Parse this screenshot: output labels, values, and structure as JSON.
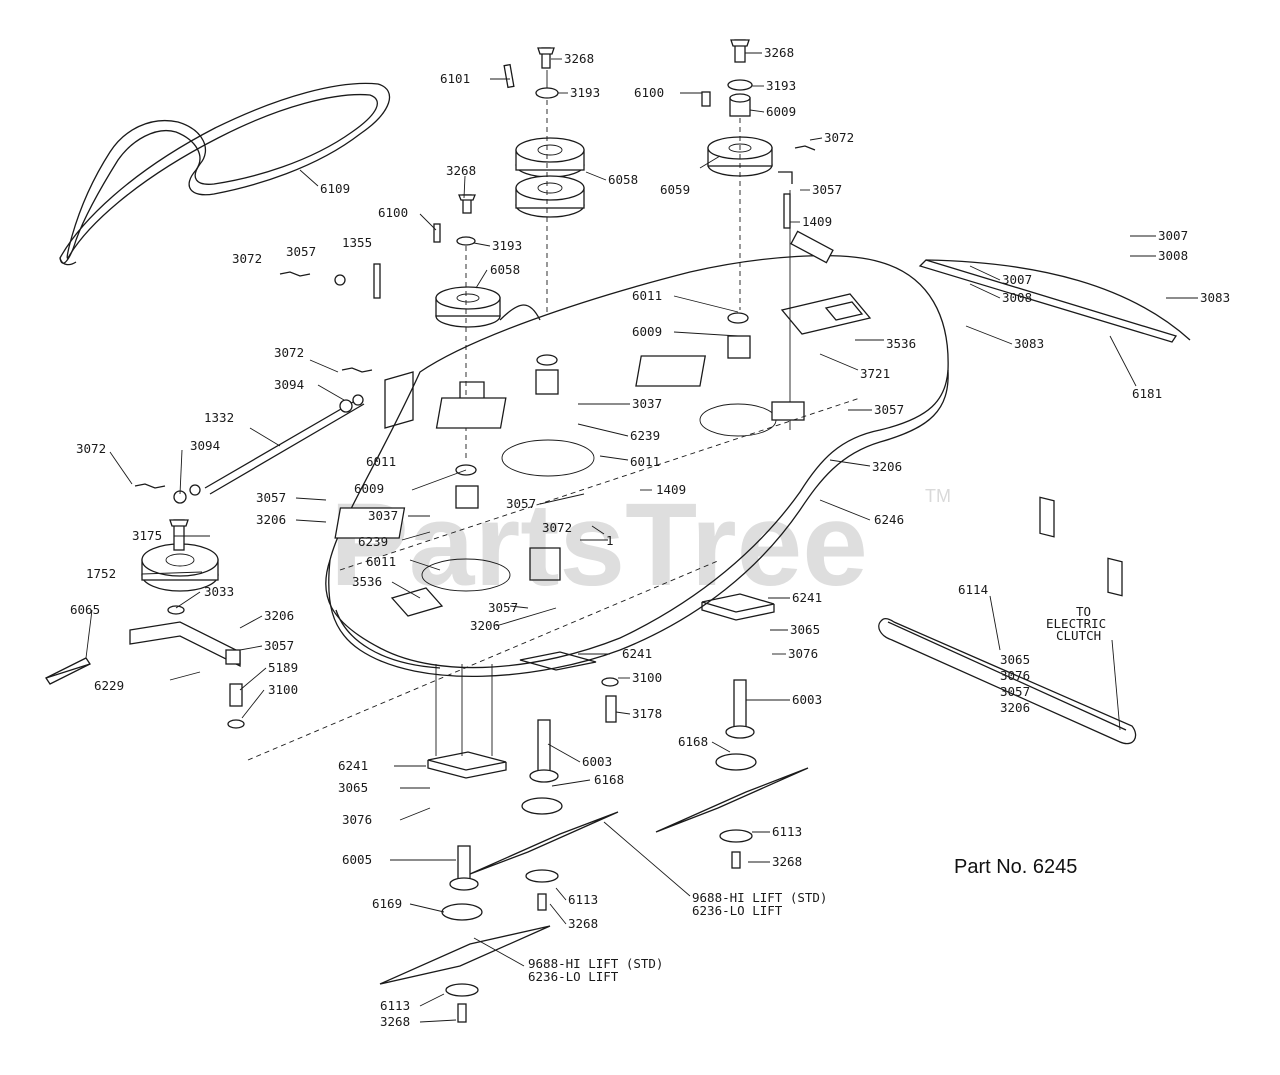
{
  "watermark": {
    "text": "PartsTree",
    "trademark": "TM"
  },
  "caption": "Part No. 6245",
  "callouts": [
    {
      "id": "c1",
      "text": "3268"
    },
    {
      "id": "c2",
      "text": "3193"
    },
    {
      "id": "c3",
      "text": "6101"
    },
    {
      "id": "c4",
      "text": "6058"
    },
    {
      "id": "c5",
      "text": "3268"
    },
    {
      "id": "c6",
      "text": "3193"
    },
    {
      "id": "c7",
      "text": "6100"
    },
    {
      "id": "c8",
      "text": "6009"
    },
    {
      "id": "c9",
      "text": "3072"
    },
    {
      "id": "c10",
      "text": "6059"
    },
    {
      "id": "c11",
      "text": "3057"
    },
    {
      "id": "c12",
      "text": "1409"
    },
    {
      "id": "c13",
      "text": "6109"
    },
    {
      "id": "c14",
      "text": "3268"
    },
    {
      "id": "c15",
      "text": "6100"
    },
    {
      "id": "c16",
      "text": "3193"
    },
    {
      "id": "c17",
      "text": "6058"
    },
    {
      "id": "c18",
      "text": "3072"
    },
    {
      "id": "c19",
      "text": "3057"
    },
    {
      "id": "c20",
      "text": "1355"
    },
    {
      "id": "c21",
      "text": "6011"
    },
    {
      "id": "c22",
      "text": "6009"
    },
    {
      "id": "c23",
      "text": "3536"
    },
    {
      "id": "c24",
      "text": "3721"
    },
    {
      "id": "c25",
      "text": "3072"
    },
    {
      "id": "c26",
      "text": "3094"
    },
    {
      "id": "c27",
      "text": "3037"
    },
    {
      "id": "c28",
      "text": "6239"
    },
    {
      "id": "c29",
      "text": "6011"
    },
    {
      "id": "c30",
      "text": "3057"
    },
    {
      "id": "c31",
      "text": "3206"
    },
    {
      "id": "c32",
      "text": "1332"
    },
    {
      "id": "c33",
      "text": "3072"
    },
    {
      "id": "c34",
      "text": "3094"
    },
    {
      "id": "c35",
      "text": "6011"
    },
    {
      "id": "c36",
      "text": "6009"
    },
    {
      "id": "c37",
      "text": "3057"
    },
    {
      "id": "c38",
      "text": "3206"
    },
    {
      "id": "c39",
      "text": "3037"
    },
    {
      "id": "c40",
      "text": "3057"
    },
    {
      "id": "c41",
      "text": "1409"
    },
    {
      "id": "c42",
      "text": "6246"
    },
    {
      "id": "c43",
      "text": "6239"
    },
    {
      "id": "c44",
      "text": "6011"
    },
    {
      "id": "c45",
      "text": "3072"
    },
    {
      "id": "c46",
      "text": "1"
    },
    {
      "id": "c47",
      "text": "3175"
    },
    {
      "id": "c48",
      "text": "3536"
    },
    {
      "id": "c49",
      "text": "1752"
    },
    {
      "id": "c50",
      "text": "3033"
    },
    {
      "id": "c51",
      "text": "3057"
    },
    {
      "id": "c52",
      "text": "3206"
    },
    {
      "id": "c53",
      "text": "6065"
    },
    {
      "id": "c54",
      "text": "3206"
    },
    {
      "id": "c55",
      "text": "3057"
    },
    {
      "id": "c56",
      "text": "6229"
    },
    {
      "id": "c57",
      "text": "5189"
    },
    {
      "id": "c58",
      "text": "3100"
    },
    {
      "id": "c59",
      "text": "6241"
    },
    {
      "id": "c60",
      "text": "3065"
    },
    {
      "id": "c61",
      "text": "3076"
    },
    {
      "id": "c62",
      "text": "6241"
    },
    {
      "id": "c63",
      "text": "3100"
    },
    {
      "id": "c64",
      "text": "3178"
    },
    {
      "id": "c65",
      "text": "6003"
    },
    {
      "id": "c66",
      "text": "6241"
    },
    {
      "id": "c67",
      "text": "3065"
    },
    {
      "id": "c68",
      "text": "3076"
    },
    {
      "id": "c69",
      "text": "6003"
    },
    {
      "id": "c70",
      "text": "6168"
    },
    {
      "id": "c71",
      "text": "6168"
    },
    {
      "id": "c72",
      "text": "6005"
    },
    {
      "id": "c73",
      "text": "6113"
    },
    {
      "id": "c74",
      "text": "3268"
    },
    {
      "id": "c75",
      "text": "6113"
    },
    {
      "id": "c76",
      "text": "3268"
    },
    {
      "id": "c77",
      "text": "6169"
    },
    {
      "id": "c78",
      "text": "6113"
    },
    {
      "id": "c79",
      "text": "3268"
    },
    {
      "id": "c80",
      "text": "3007"
    },
    {
      "id": "c81",
      "text": "3008"
    },
    {
      "id": "c82",
      "text": "3007"
    },
    {
      "id": "c83",
      "text": "3008"
    },
    {
      "id": "c84",
      "text": "3083"
    },
    {
      "id": "c85",
      "text": "3083"
    },
    {
      "id": "c86",
      "text": "6181"
    },
    {
      "id": "c87",
      "text": "6114"
    },
    {
      "id": "c88",
      "text": "TO"
    },
    {
      "id": "c89",
      "text": "ELECTRIC"
    },
    {
      "id": "c90",
      "text": "CLUTCH"
    },
    {
      "id": "c91",
      "text": "9688-HI LIFT (STD)"
    },
    {
      "id": "c92",
      "text": "6236-LO LIFT"
    },
    {
      "id": "c93",
      "text": "9688-HI LIFT (STD)"
    },
    {
      "id": "c94",
      "text": "6236-LO LIFT"
    },
    {
      "id": "c95",
      "text": "3065"
    },
    {
      "id": "c96",
      "text": "3076"
    },
    {
      "id": "c97",
      "text": "3057"
    },
    {
      "id": "c98",
      "text": "3206"
    }
  ]
}
